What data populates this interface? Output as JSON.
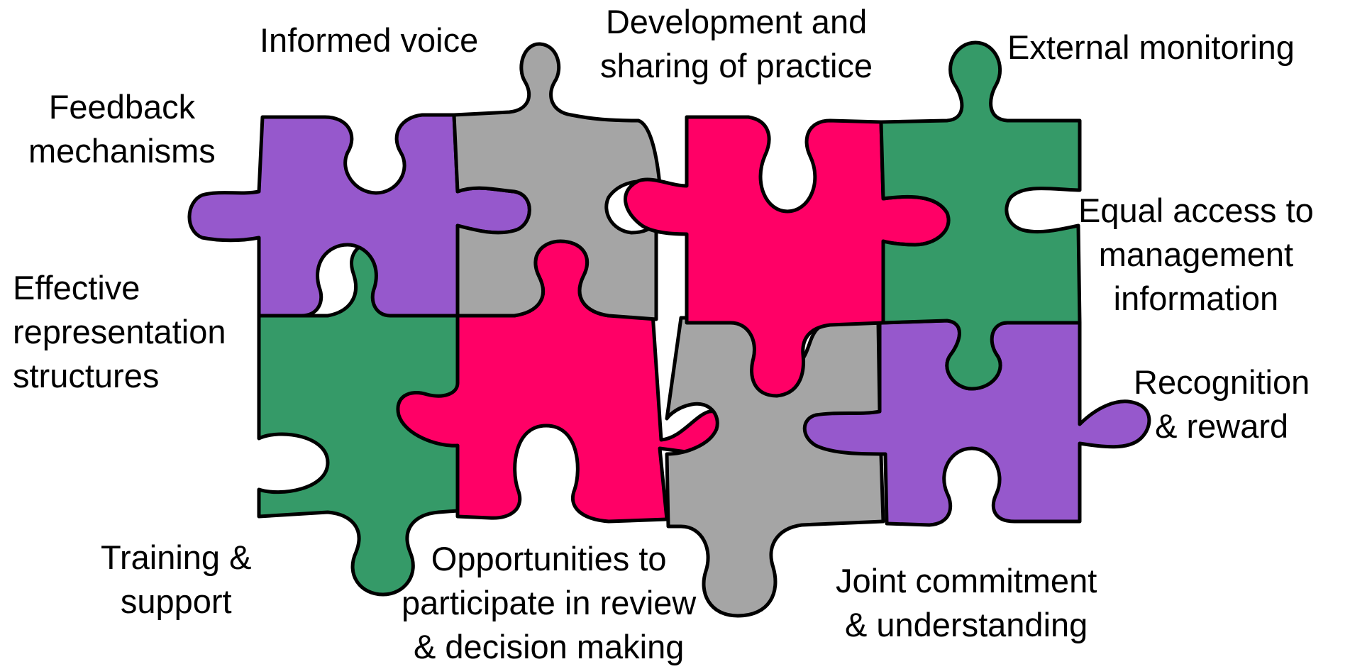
{
  "colors": {
    "purple": "#9658CC",
    "gray": "#A5A5A5",
    "pink": "#FF0066",
    "green": "#359A68",
    "outline": "#000000",
    "background": "#FFFFFF"
  },
  "pieces": [
    {
      "name": "feedback-piece",
      "color": "purple"
    },
    {
      "name": "informed-voice-piece",
      "color": "gray"
    },
    {
      "name": "practice-sharing-piece",
      "color": "pink"
    },
    {
      "name": "external-monitoring-piece",
      "color": "green"
    },
    {
      "name": "representation-piece",
      "color": "green"
    },
    {
      "name": "participation-piece",
      "color": "pink"
    },
    {
      "name": "joint-commitment-piece",
      "color": "gray"
    },
    {
      "name": "recognition-piece",
      "color": "purple"
    }
  ],
  "labels": {
    "informed_voice": [
      "Informed voice"
    ],
    "development_sharing": [
      "Development and",
      "sharing of practice"
    ],
    "external_monitoring": [
      "External monitoring"
    ],
    "feedback_mechanisms": [
      "Feedback",
      "mechanisms"
    ],
    "equal_access": [
      "Equal access to",
      "management",
      "information"
    ],
    "effective_representation": [
      "Effective",
      "representation",
      "structures"
    ],
    "recognition_reward": [
      "Recognition",
      "& reward"
    ],
    "training_support": [
      "Training &",
      "support"
    ],
    "opportunities": [
      "Opportunities to",
      "participate in review",
      "& decision making"
    ],
    "joint_commitment": [
      "Joint commitment",
      "& understanding"
    ]
  }
}
